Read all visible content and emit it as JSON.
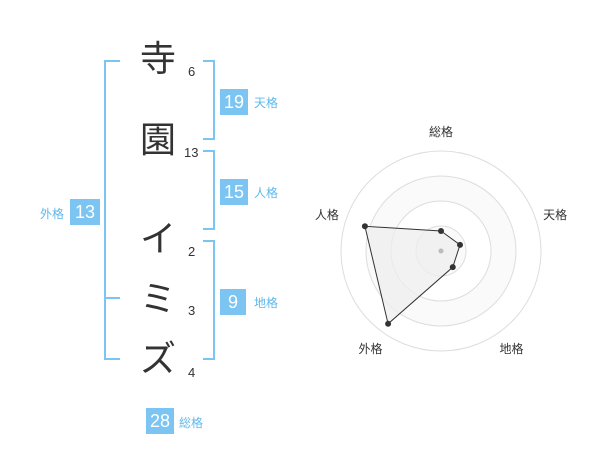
{
  "characters": [
    {
      "char": "寺",
      "strokes": "6"
    },
    {
      "char": "園",
      "strokes": "13"
    },
    {
      "char": "イ",
      "strokes": "2"
    },
    {
      "char": "ミ",
      "strokes": "3"
    },
    {
      "char": "ズ",
      "strokes": "4"
    }
  ],
  "fortunes": {
    "tenkaku": {
      "value": "19",
      "label": "天格"
    },
    "jinkaku": {
      "value": "15",
      "label": "人格"
    },
    "chikaku": {
      "value": "9",
      "label": "地格"
    },
    "gaikaku": {
      "value": "13",
      "label": "外格"
    },
    "soukaku": {
      "value": "28",
      "label": "総格"
    }
  },
  "colors": {
    "accent": "#7cc5f2",
    "label": "#5fb8ec",
    "radar_fill": "#eeeeee",
    "ring_stroke": "#dddddd"
  },
  "chart_data": {
    "type": "radar",
    "axes": [
      "総格",
      "天格",
      "地格",
      "外格",
      "人格"
    ],
    "values": [
      0.2,
      0.2,
      0.2,
      0.9,
      0.8
    ],
    "range": [
      0,
      1
    ],
    "rings": 4
  }
}
